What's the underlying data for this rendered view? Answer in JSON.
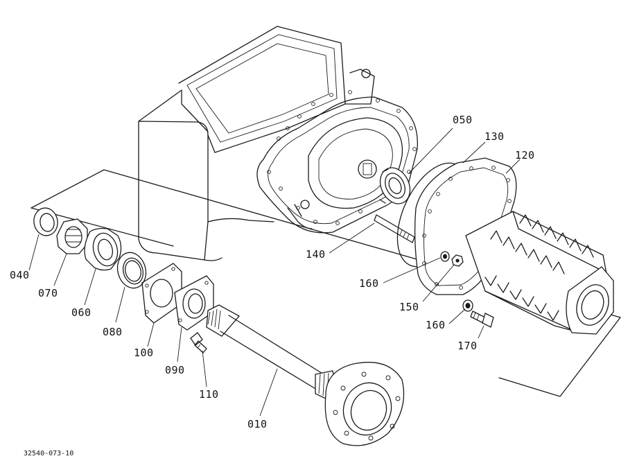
{
  "callouts": {
    "p010": "010",
    "p040": "040",
    "p050": "050",
    "p060": "060",
    "p070": "070",
    "p080": "080",
    "p090": "090",
    "p100": "100",
    "p110": "110",
    "p120": "120",
    "p130": "130",
    "p140": "140",
    "p150": "150",
    "p160a": "160",
    "p160b": "160",
    "p170": "170"
  },
  "document_number": "32540-073-10"
}
